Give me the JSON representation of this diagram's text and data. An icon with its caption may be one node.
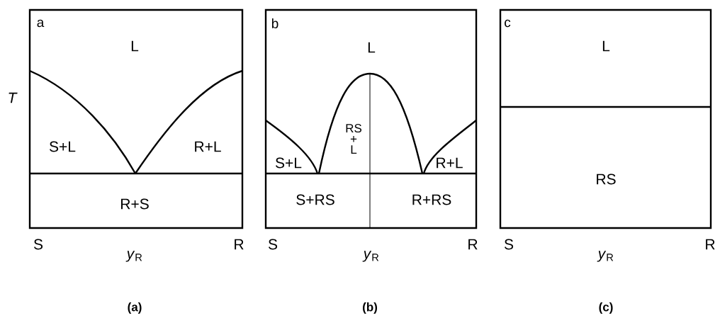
{
  "diagram": {
    "nodes": [
      {
        "text": [
          "a",
          "L",
          "S+L",
          "R+L",
          "R+S"
        ]
      },
      {
        "text": [
          "b",
          "L",
          "RS + L",
          "S+L",
          "R+L",
          "S+RS",
          "R+RS"
        ]
      },
      {
        "text": [
          "c",
          "L",
          "RS"
        ]
      }
    ],
    "labels": [
      "T",
      "S",
      "*y*$_{R}$",
      "R",
      "S",
      "*y*$_{R}$",
      "R",
      "S",
      "*y*$_{R}$",
      "R",
      "(a)",
      "(b)",
      "(c)"
    ]
  }
}
